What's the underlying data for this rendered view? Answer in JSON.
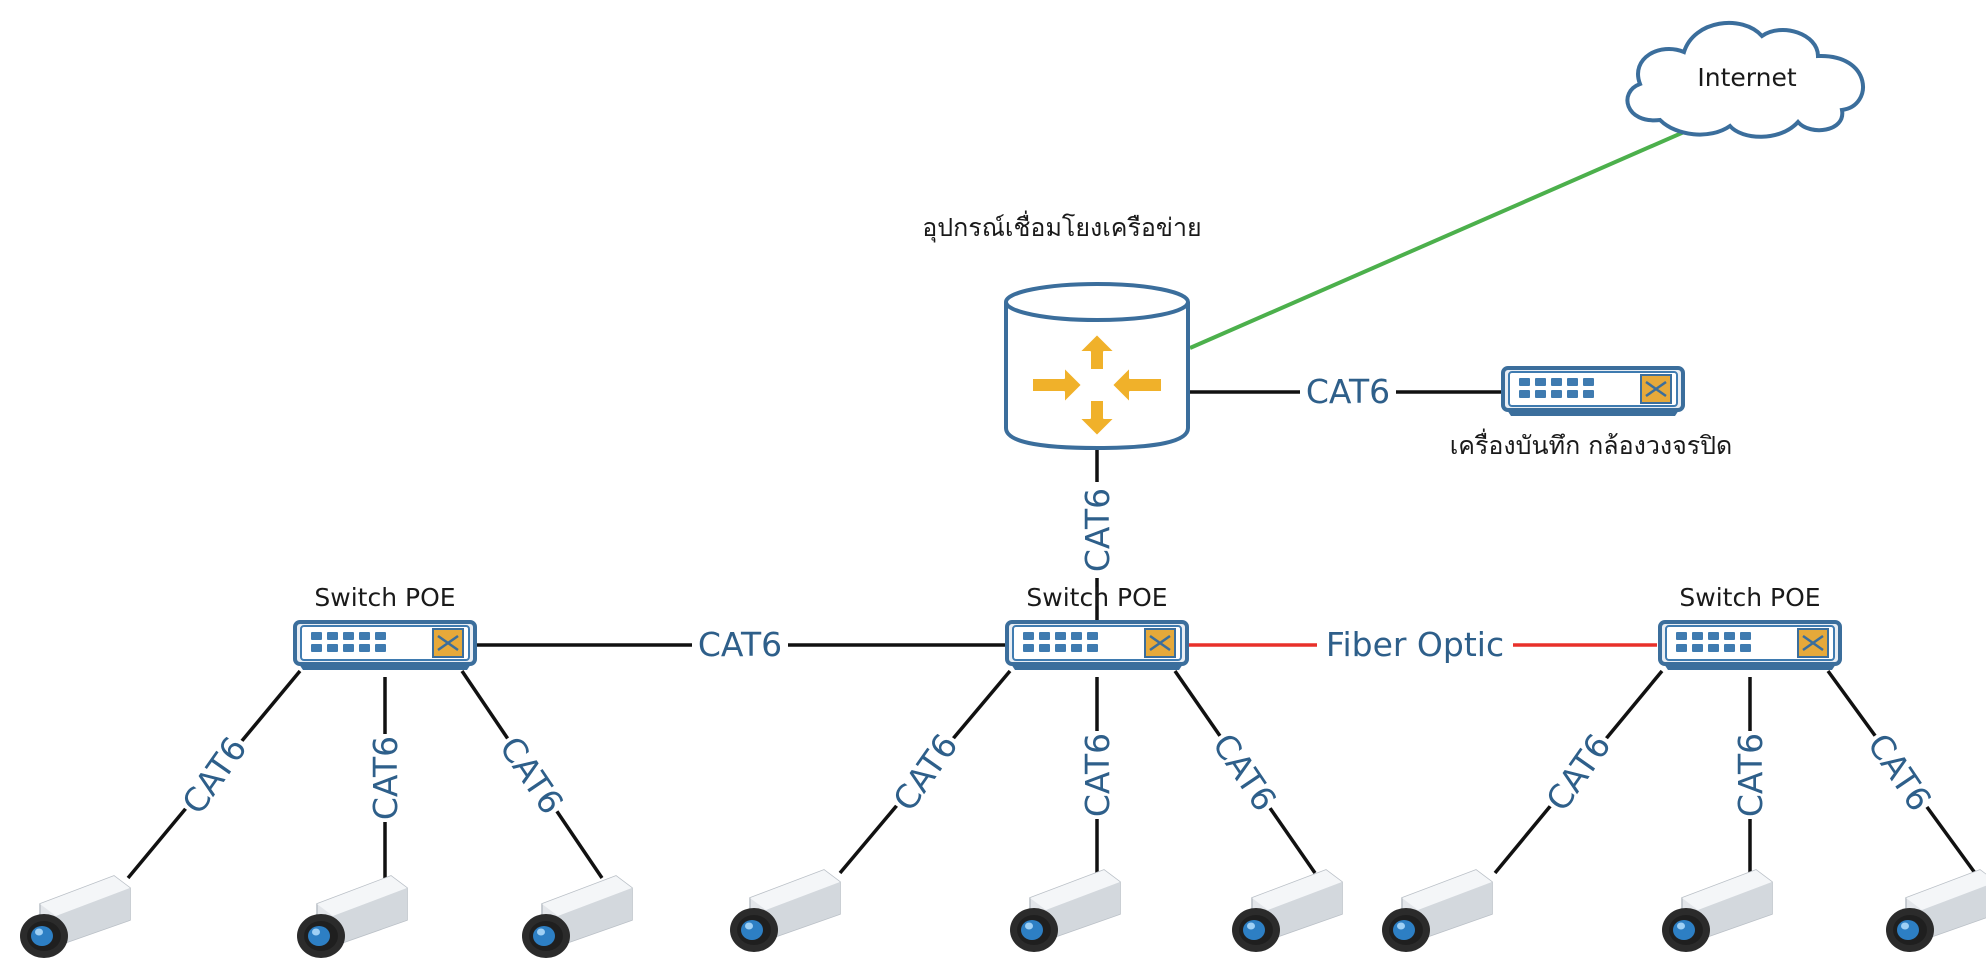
{
  "nodes": {
    "internet": {
      "label": "Internet"
    },
    "router": {
      "label": "อุปกรณ์เชื่อมโยงเครือข่าย"
    },
    "nvr": {
      "label": "เครื่องบันทึก กล้องวงจรปิด"
    },
    "switch_left": {
      "label": "Switch POE"
    },
    "switch_center": {
      "label": "Switch POE"
    },
    "switch_right": {
      "label": "Switch POE"
    }
  },
  "edges": {
    "router_internet": {
      "label": "",
      "color": "#4cb04c"
    },
    "router_nvr": {
      "label": "CAT6",
      "color": "#111111"
    },
    "router_switch_center": {
      "label": "CAT6",
      "color": "#111111"
    },
    "switch_left_center": {
      "label": "CAT6",
      "color": "#111111"
    },
    "switch_center_right": {
      "label": "Fiber Optic",
      "color": "#e8302a"
    },
    "left_cam1": {
      "label": "CAT6"
    },
    "left_cam2": {
      "label": "CAT6"
    },
    "left_cam3": {
      "label": "CAT6"
    },
    "center_cam1": {
      "label": "CAT6"
    },
    "center_cam2": {
      "label": "CAT6"
    },
    "center_cam3": {
      "label": "CAT6"
    },
    "right_cam1": {
      "label": "CAT6"
    },
    "right_cam2": {
      "label": "CAT6"
    },
    "right_cam3": {
      "label": "CAT6"
    }
  },
  "colors": {
    "device_outline": "#3b6e9c",
    "router_arrows": "#f0b12a",
    "switch_fill": "#3f7bb0",
    "switch_port_accent": "#e6a93a",
    "camera_lens": "#2d7fc4"
  },
  "icons": {
    "internet": "cloud-icon",
    "router": "router-icon",
    "nvr": "nvr-icon",
    "switch": "poe-switch-icon",
    "camera": "cctv-camera-icon"
  }
}
